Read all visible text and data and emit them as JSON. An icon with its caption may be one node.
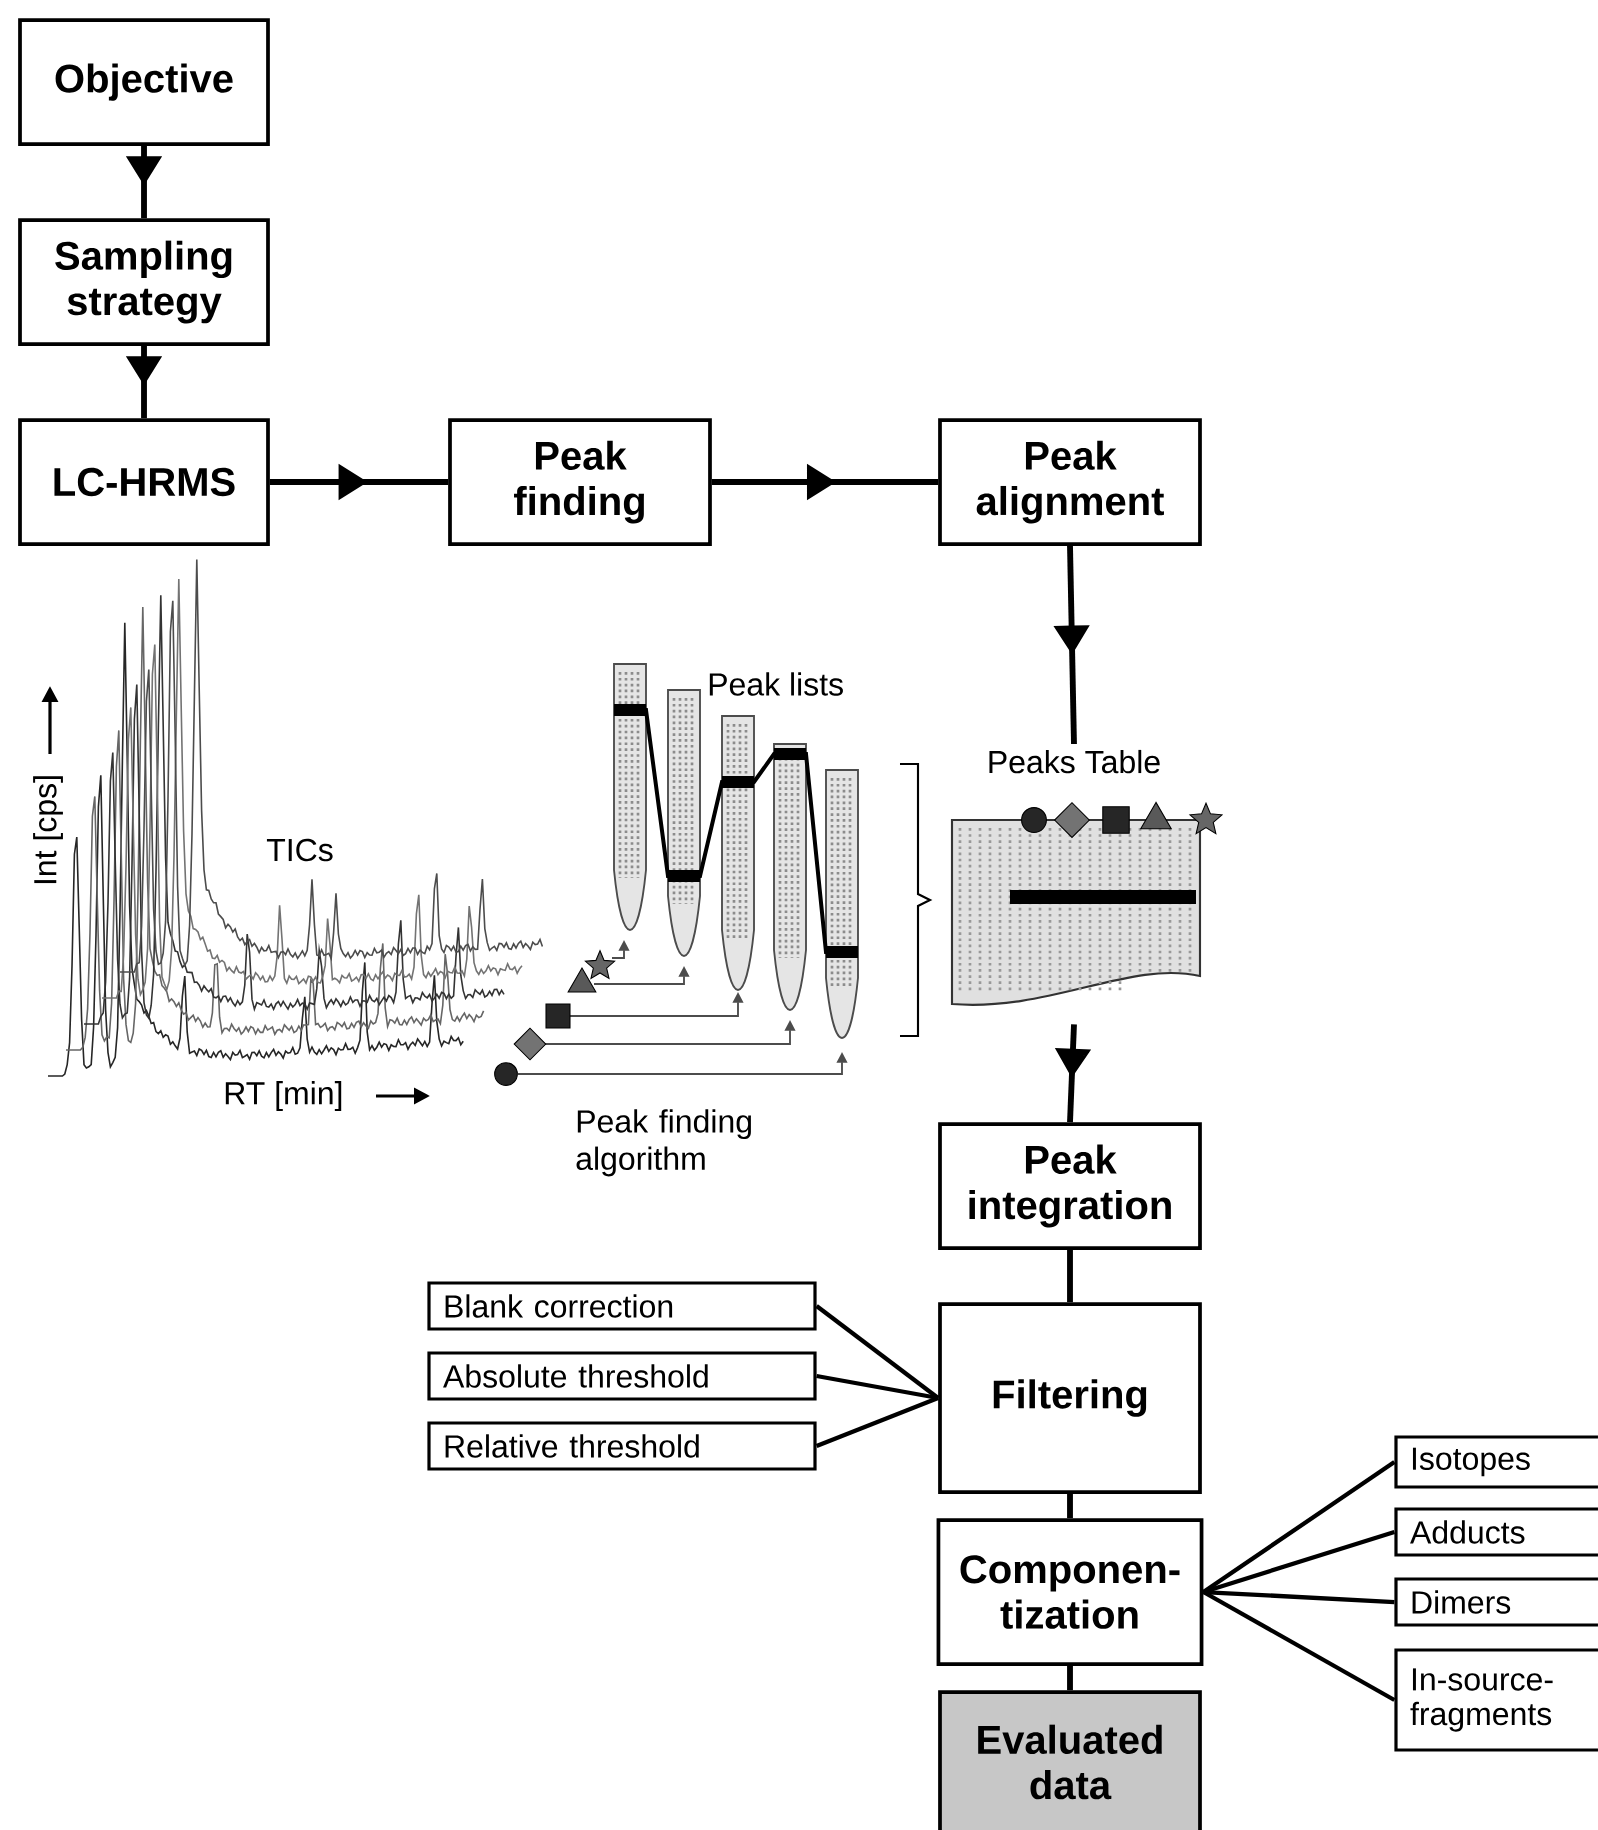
{
  "diagram": {
    "nodes": [
      {
        "text": [
          "Objective"
        ]
      },
      {
        "text": [
          "Sampling strategy"
        ]
      },
      {
        "text": [
          "LC-HRMS"
        ]
      },
      {
        "text": [
          "Peak finding"
        ]
      },
      {
        "text": [
          "Peak alignment"
        ]
      },
      {
        "text": [
          "Peaks Table"
        ]
      },
      {
        "text": [
          "Peak integration"
        ]
      },
      {
        "text": [
          "Filtering"
        ]
      },
      {
        "text": [
          "Componen- tization"
        ]
      },
      {
        "text": [
          "Evaluated data"
        ]
      },
      {
        "text": [
          "Blank correction"
        ]
      },
      {
        "text": [
          "Absolute threshold"
        ]
      },
      {
        "text": [
          "Relative threshold"
        ]
      },
      {
        "text": [
          "Isotopes"
        ]
      },
      {
        "text": [
          "Adducts"
        ]
      },
      {
        "text": [
          "Dimers"
        ]
      },
      {
        "text": [
          "In-source- fragments"
        ]
      }
    ],
    "edges": [
      {
        "from": 0,
        "to": 1,
        "arrow": "to"
      },
      {
        "from": 1,
        "to": 2,
        "arrow": "to"
      },
      {
        "from": 2,
        "to": 3,
        "arrow": "to"
      },
      {
        "from": 3,
        "to": 4,
        "arrow": "to"
      },
      {
        "from": 4,
        "to": 5,
        "arrow": "to"
      },
      {
        "from": 5,
        "to": 6,
        "arrow": "to"
      },
      {
        "from": 6,
        "to": 7,
        "arrow": "none"
      },
      {
        "from": 7,
        "to": 8,
        "arrow": "none"
      },
      {
        "from": 8,
        "to": 9,
        "arrow": "none"
      },
      {
        "from": 10,
        "to": 7,
        "arrow": "none"
      },
      {
        "from": 11,
        "to": 7,
        "arrow": "none"
      },
      {
        "from": 12,
        "to": 7,
        "arrow": "none"
      },
      {
        "from": 8,
        "to": 13,
        "arrow": "none"
      },
      {
        "from": 8,
        "to": 14,
        "arrow": "none"
      },
      {
        "from": 8,
        "to": 15,
        "arrow": "none"
      },
      {
        "from": 8,
        "to": 16,
        "arrow": "none"
      }
    ],
    "labels": [
      "Peak lists",
      "Int [cps]",
      "TICs",
      "RT [min]",
      "Peak finding algorithm"
    ]
  }
}
